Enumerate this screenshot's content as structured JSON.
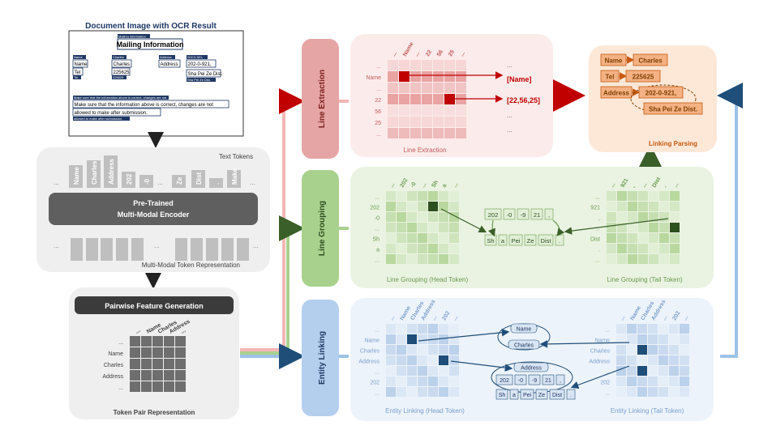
{
  "doc": {
    "title": "Document Image with OCR Result",
    "small_header": "Mailing Information",
    "heading": "Mailing Information",
    "name_small": "Name",
    "name_box": "Name",
    "tel_box": "Tel",
    "tel_small": "Tel",
    "charles_small": "Charles",
    "charles_box": "Charles",
    "phone_box": "225625",
    "phone_small": "225625",
    "address_small": "Address",
    "address_box": "Address",
    "addr1_small": "202-0-921,",
    "addr1_box": "202-0-921,",
    "addr2_box": "Sha Pei Ze Dist.",
    "addr2_small": "Sha Pei Ze Dist.",
    "para_small1": "Make sure that the information above is correct, changes are not",
    "para_line1": "Make sure that the information above is correct, changes are not",
    "para_line2": "allowed to make after submission.",
    "para_small2": "allowed to make after submission."
  },
  "encoder": {
    "text_tokens_label": "Text Tokens",
    "tokens": [
      "Name",
      "Charles",
      "Address",
      "202",
      "-0",
      "...",
      "Ze",
      "Dist",
      ".",
      "Make"
    ],
    "dots": "...",
    "title_line1": "Pre-Trained",
    "title_line2": "Multi-Modal Encoder",
    "repr_label": "Multi-Modal Token Representation"
  },
  "pairwise": {
    "button": "Pairwise Feature Generation",
    "col_labels": [
      "...",
      "Name",
      "Charles",
      "Address",
      "..."
    ],
    "row_labels": [
      "...",
      "Name",
      "Charles",
      "Address",
      "..."
    ],
    "caption": "Token Pair Representation"
  },
  "line_extraction": {
    "side_label": "Line Extraction",
    "col_labels": [
      "...",
      "Name",
      "...",
      "22",
      "56",
      "25",
      "..."
    ],
    "row_labels": [
      "...",
      "Name",
      "...",
      "22",
      "56",
      "25",
      "..."
    ],
    "right_dots": "...",
    "result1": "[Name]",
    "result2": "[22,56,25]",
    "caption": "Line Extraction"
  },
  "linking": {
    "name": "Name",
    "charles": "Charles",
    "tel": "Tel",
    "phone": "225625",
    "address": "Address",
    "addr1": "202-0-921,",
    "addr2": "Sha Pei Ze Dist.",
    "caption": "Linking Parsing"
  },
  "line_grouping": {
    "side_label": "Line Grouping",
    "head_cols": [
      "...",
      "202",
      "-0",
      "...",
      "Sh",
      "a",
      "..."
    ],
    "head_rows": [
      "...",
      "202",
      "-0",
      "...",
      "Sh",
      "a",
      "..."
    ],
    "tail_cols": [
      "...",
      "921",
      ",",
      "...",
      "Dist",
      ".",
      "..."
    ],
    "tail_rows": [
      "...",
      "921",
      ",",
      "...",
      "Dist",
      ".",
      "..."
    ],
    "tokens_top": [
      "202",
      "-0",
      "-9",
      "21",
      ","
    ],
    "tokens_bottom": [
      "Sh",
      "a",
      "Pei",
      "Ze",
      "Dist",
      "."
    ],
    "caption_head": "Line Grouping (Head Token)",
    "caption_tail": "Line Grouping (Tail Token)"
  },
  "entity_linking": {
    "side_label": "Entity Linking",
    "head_cols": [
      "...",
      "Name",
      "Charles",
      "Address",
      "...",
      "202",
      "..."
    ],
    "head_rows": [
      "...",
      "Name",
      "Charles",
      "Address",
      "...",
      "202",
      "..."
    ],
    "tail_cols": [
      "...",
      "Name",
      "Charles",
      "Address",
      "...",
      "202",
      "..."
    ],
    "tail_rows": [
      "...",
      "Name",
      "Charles",
      "Address",
      "...",
      "202",
      "..."
    ],
    "node_name": "Name",
    "node_charles": "Charles",
    "node_address": "Address",
    "tokens_top": [
      "202",
      "-0",
      "-9",
      "21",
      ","
    ],
    "tokens_bottom": [
      "Sh",
      "a",
      "Pei",
      "Ze",
      "Dist",
      "."
    ],
    "caption_head": "Entity Linking (Head Token)",
    "caption_tail": "Entity Linking (Tail Token)"
  },
  "colors": {
    "red": "#c00000",
    "green": "#3a5f28",
    "blue": "#1f4e79",
    "orange": "#f4b183",
    "gray": "#bfbfbf"
  }
}
